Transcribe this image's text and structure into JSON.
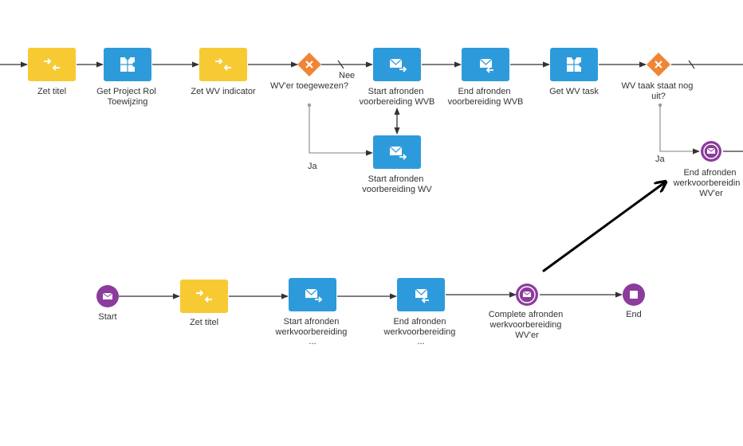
{
  "colors": {
    "yellow": "#F7C933",
    "blue": "#2D9BDB",
    "orange": "#F08535",
    "purple": "#8B3C9C",
    "edge": "#333333",
    "edge_soft": "#9a9a9a",
    "label": "#333333"
  },
  "top_flow": {
    "zet_titel": {
      "label": [
        "Zet titel"
      ],
      "icon": "merge-arrows-icon"
    },
    "get_project_rol": {
      "label": [
        "Get Project Rol",
        "Toewijzing"
      ],
      "icon": "puzzle-icon"
    },
    "zet_wv_indicator": {
      "label": [
        "Zet WV indicator"
      ],
      "icon": "merge-arrows-icon"
    },
    "wver_gateway": {
      "label": [
        "WV'er toegewezen?"
      ],
      "icon": "x-icon"
    },
    "start_afronden_wvb": {
      "label": [
        "Start afronden",
        "voorbereiding WVB"
      ],
      "icon": "send-mail-icon"
    },
    "end_afronden_wvb": {
      "label": [
        "End afronden",
        "voorbereiding WVB"
      ],
      "icon": "receive-mail-icon"
    },
    "get_wv_task": {
      "label": [
        "Get WV task"
      ],
      "icon": "puzzle-icon"
    },
    "wv_taak_gateway": {
      "label": [
        "WV taak staat nog",
        "uit?"
      ],
      "icon": "x-icon"
    },
    "start_afronden_wv": {
      "label": [
        "Start afronden",
        "voorbereiding WV"
      ],
      "icon": "send-mail-icon"
    },
    "end_afronden_event": {
      "label": [
        "End afronden",
        "werkvoorbereidin",
        "WV'er"
      ],
      "icon": "mail-event-icon"
    },
    "edge_labels": {
      "nee": "Nee",
      "ja_left": "Ja",
      "ja_right": "Ja"
    }
  },
  "bottom_flow": {
    "start": {
      "label": [
        "Start"
      ],
      "icon": "mail-event-icon"
    },
    "zet_titel": {
      "label": [
        "Zet titel"
      ],
      "icon": "merge-arrows-icon"
    },
    "start_afronden": {
      "label": [
        "Start afronden",
        "werkvoorbereiding",
        "..."
      ],
      "icon": "send-mail-icon"
    },
    "end_afronden": {
      "label": [
        "End afronden",
        "werkvoorbereiding",
        "..."
      ],
      "icon": "receive-mail-icon"
    },
    "complete_afronden": {
      "label": [
        "Complete afronden",
        "werkvoorbereiding",
        "WV'er"
      ],
      "icon": "mail-event-icon"
    },
    "end": {
      "label": [
        "End"
      ],
      "icon": "stop-icon"
    }
  }
}
